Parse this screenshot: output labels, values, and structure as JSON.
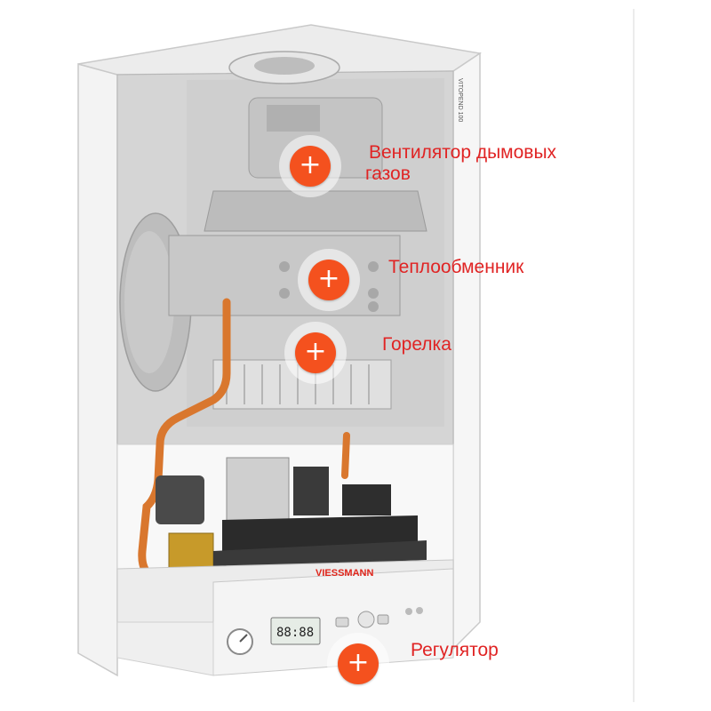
{
  "colors": {
    "accent": "#f4511e",
    "label_text": "#e02424",
    "pipe_copper": "#d9772e"
  },
  "brand": {
    "logo_text": "VIESSMANN",
    "model_text": "VITOPEND 100"
  },
  "display": {
    "readout": "88:88"
  },
  "hotspots": [
    {
      "id": "fan",
      "icon": "plus-icon",
      "label_line1": "Вентилятор дымовых",
      "label_line2": "газов"
    },
    {
      "id": "heat-exchanger",
      "icon": "plus-icon",
      "label": "Теплообменник"
    },
    {
      "id": "burner",
      "icon": "plus-icon",
      "label": "Горелка"
    },
    {
      "id": "controller",
      "icon": "plus-icon",
      "label": "Регулятор"
    }
  ]
}
